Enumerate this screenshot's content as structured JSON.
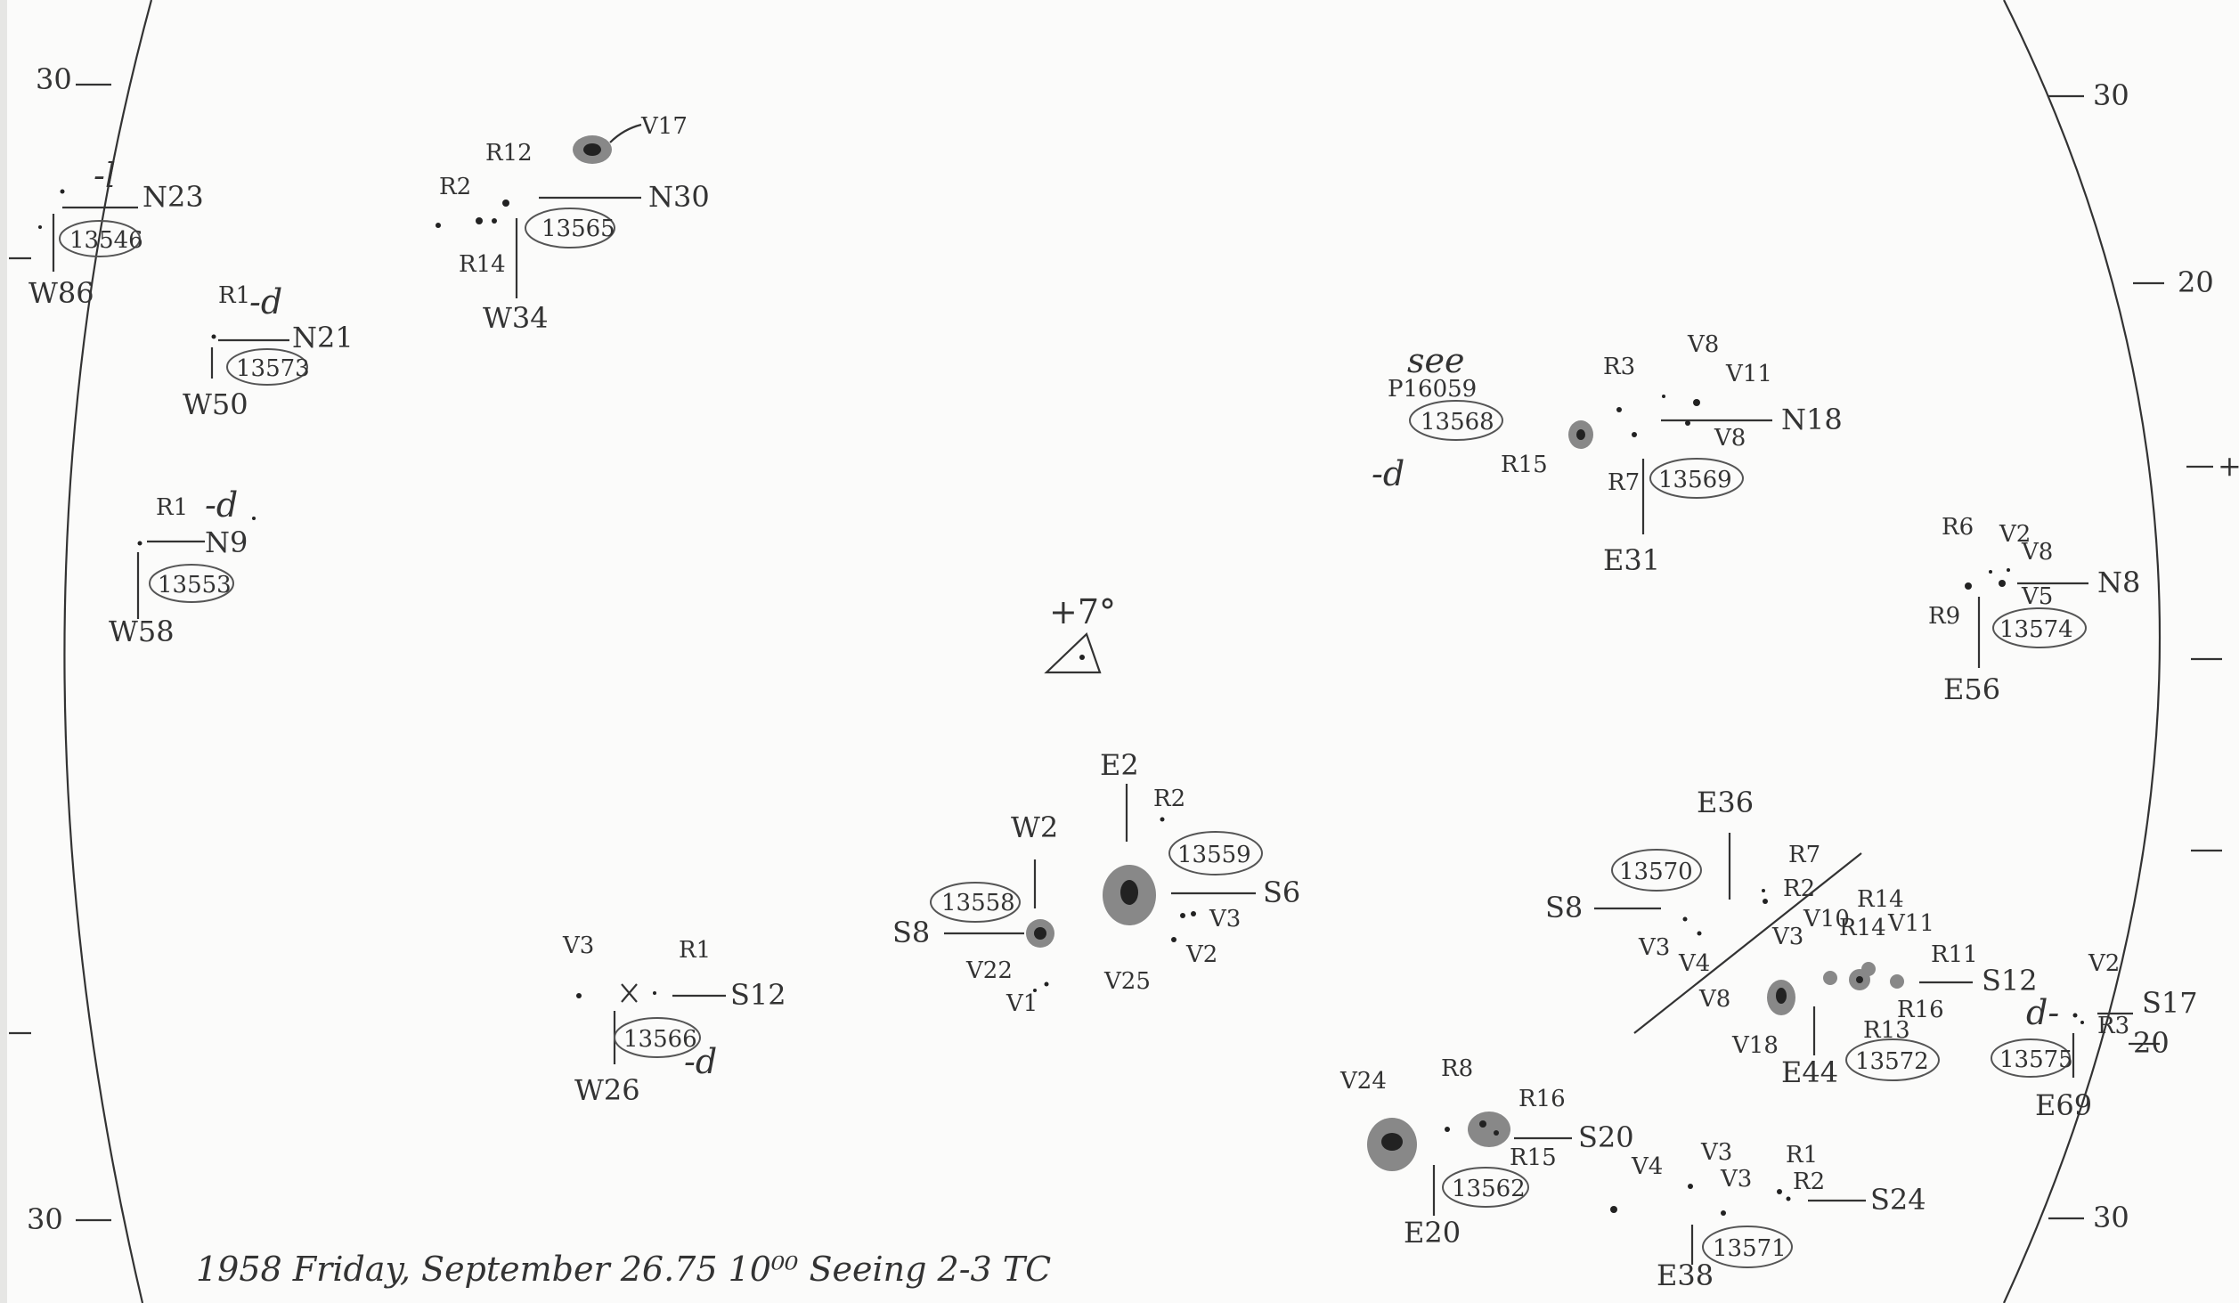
{
  "ticks": {
    "left_top": "30",
    "left_bottom": "30",
    "right_top": "30",
    "right_20n": "20",
    "right_plus": "+",
    "right_20s": "20",
    "right_bottom": "30"
  },
  "center": {
    "inclination": "+7°"
  },
  "caption": "1958 Friday, September 26.75  10⁰⁰  Seeing 2-3  TC",
  "groups": [
    {
      "number": "13546",
      "lat": "N23",
      "lon": "W86",
      "class_mark": "-l",
      "spots": []
    },
    {
      "number": "13573",
      "lat": "N21",
      "lon": "W50",
      "class_mark": "-d",
      "spots": [
        "R1"
      ]
    },
    {
      "number": "13553",
      "lat": "N9",
      "lon": "W58",
      "class_mark": "-d",
      "spots": [
        "R1"
      ]
    },
    {
      "number": "13565",
      "lat": "N30",
      "lon": "W34",
      "spots": [
        "V17",
        "R2",
        "R12",
        "R14"
      ]
    },
    {
      "number": "13568",
      "note": "see",
      "plate": "P16059",
      "class_mark": "-d"
    },
    {
      "number": "13569",
      "lat": "N18",
      "lon": "E31",
      "spots": [
        "R3",
        "V8",
        "V11",
        "V8",
        "R15",
        "R7"
      ]
    },
    {
      "number": "13574",
      "lat": "N8",
      "lon": "E56",
      "spots": [
        "R6",
        "V2",
        "V8",
        "V5",
        "R9"
      ]
    },
    {
      "number": "13558",
      "lat": "S8",
      "lon": "W2",
      "spots": [
        "V22",
        "V1"
      ]
    },
    {
      "number": "13559",
      "lat": "S6",
      "lon": "E2",
      "spots": [
        "R2",
        "V3",
        "V2",
        "V25"
      ]
    },
    {
      "number": "13566",
      "lat": "S12",
      "lon": "W26",
      "class_mark": "-d",
      "spots": [
        "V3",
        "R1"
      ]
    },
    {
      "number": "13570",
      "lat": "S8",
      "lon": "E36",
      "spots": [
        "V3",
        "V4"
      ]
    },
    {
      "number": "13572",
      "lat": "S12",
      "lon": "E44",
      "spots": [
        "R7",
        "R2",
        "V3",
        "V10",
        "R14",
        "R14",
        "V11",
        "R11",
        "R16",
        "R13",
        "V8",
        "V18"
      ]
    },
    {
      "number": "13575",
      "lat": "S17",
      "lon": "E69",
      "class_mark": "d-",
      "spots": [
        "V2",
        "R3"
      ]
    },
    {
      "number": "13562",
      "lat": "S20",
      "lon": "E20",
      "spots": [
        "V24",
        "R8",
        "R16",
        "R15"
      ]
    },
    {
      "number": "13571",
      "lat": "S24",
      "lon": "E38",
      "spots": [
        "V4",
        "V3",
        "V3",
        "R1",
        "R2"
      ]
    }
  ]
}
